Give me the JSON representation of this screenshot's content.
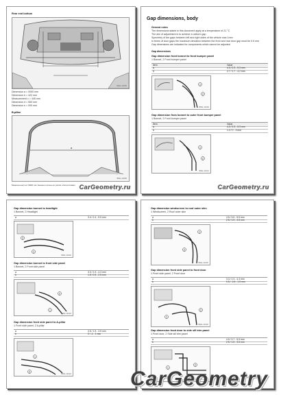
{
  "brand": {
    "logo_small": "CarGeometry.ru",
    "logo_big": "CarGeometry"
  },
  "page1": {
    "title": "Rear end bottom",
    "dims": [
      "Dimension a = 0000 mm",
      "Dimension b = 422 mm",
      "Measurement c = 445 mm",
      "Dimension d = 553 mm",
      "Dimension e = 000 mm"
    ],
    "fig1_code": "BRE-14805",
    "section2": "B-pillar",
    "fig2_code": "BRE-14806",
    "footnote": "Measurement a= 0000 mm between screw-on points of door brakes"
  },
  "page2": {
    "title": "Gap dimensions, body",
    "general_notes_title": "General notes",
    "general_notes": [
      "The dimensions stated in this document apply at a temperature of 21 °C",
      "The aim of adjustment is to achieve a uniform gap",
      "Symmetry of the gaps between left and right sides of the vehicle max 1mm",
      "In terms of door gaps the maximum deviation between the front and rear door gap must be 0.5 mm",
      "Gap dimensions are indicated for components which cannot be adjusted"
    ],
    "gap_dims_title": "Gap dimensions",
    "table_head": [
      "Item",
      "Value"
    ],
    "blocks": [
      {
        "title": "Gap dimension front bonnet to front bumper panel",
        "sub": "1 Bonnet, 2 Front bumper panel",
        "rows": [
          [
            "a",
            "4.3 / 2.3 - 5.3 mm"
          ],
          [
            "b",
            "2.7 / 1.7 - 4.2 mm"
          ]
        ],
        "code": "BRE-14620"
      },
      {
        "title": "Gap dimension from bonnet to outer front bumper panel",
        "sub": "1 Bonnet, 2 Front bumper panel",
        "rows": [
          [
            "a",
            "4.3 / 2.3 - 5.3 mm"
          ],
          [
            "b",
            "1.3 / 0 - 3 mm"
          ]
        ],
        "code": "BRE-14621"
      }
    ]
  },
  "page3": {
    "blocks": [
      {
        "title": "Gap dimension bonnet to headlight",
        "sub": "1 Bonnet, 2 Headlight",
        "rows": [
          [
            "a",
            "3.4 / 2.4 - 5.5 mm"
          ]
        ],
        "code": "BRE-14622"
      },
      {
        "title": "Gap dimension bonnet to front side panel",
        "sub": "1 Bonnet, 2 Front side panel",
        "rows": [
          [
            "a",
            "3.3 / 2.3 - 4.3 mm"
          ],
          [
            "b",
            "1.5 / 0.5 - 2.5 mm"
          ]
        ],
        "code": "BRE-14623"
      },
      {
        "title": "Gap dimension front side panel to A-pillar",
        "sub": "1 Front side panel, 2 A-pillar",
        "rows": [
          [
            "a",
            "2.5 / 1.5 - 3.5 mm"
          ],
          [
            "b",
            "0 / -1 - 1 mm"
          ]
        ],
        "code": "BRE-14624"
      }
    ]
  },
  "page4": {
    "blocks": [
      {
        "title": "Gap dimension windscreen to roof outer skin",
        "sub": "1 Windscreen, 2 Roof outer skin",
        "rows": [
          [
            "a",
            "4.5 / 3.5 - 5.5 mm"
          ],
          [
            "b",
            "2.5 / 1.5 - 4.5 mm"
          ]
        ],
        "code": "BRE-14625"
      },
      {
        "title": "Gap dimension front side panel to front door",
        "sub": "1 Front side panel, 2 Front door",
        "rows": [
          [
            "a",
            "3.3 / 2.3 - 4.3 mm"
          ],
          [
            "b",
            "0.5 / -0.5 - 1.5 mm"
          ]
        ],
        "code": "BRE-14626"
      },
      {
        "title": "Gap dimension front door to side sill trim panel",
        "sub": "1 Front door, 2 Side sill trim panel",
        "rows": [
          [
            "a",
            "4.5 / 3.7 - 5.5 mm"
          ],
          [
            "b",
            "2.5 / 1.5 - 3.5 mm"
          ]
        ],
        "code": "BRE-14627"
      }
    ]
  }
}
